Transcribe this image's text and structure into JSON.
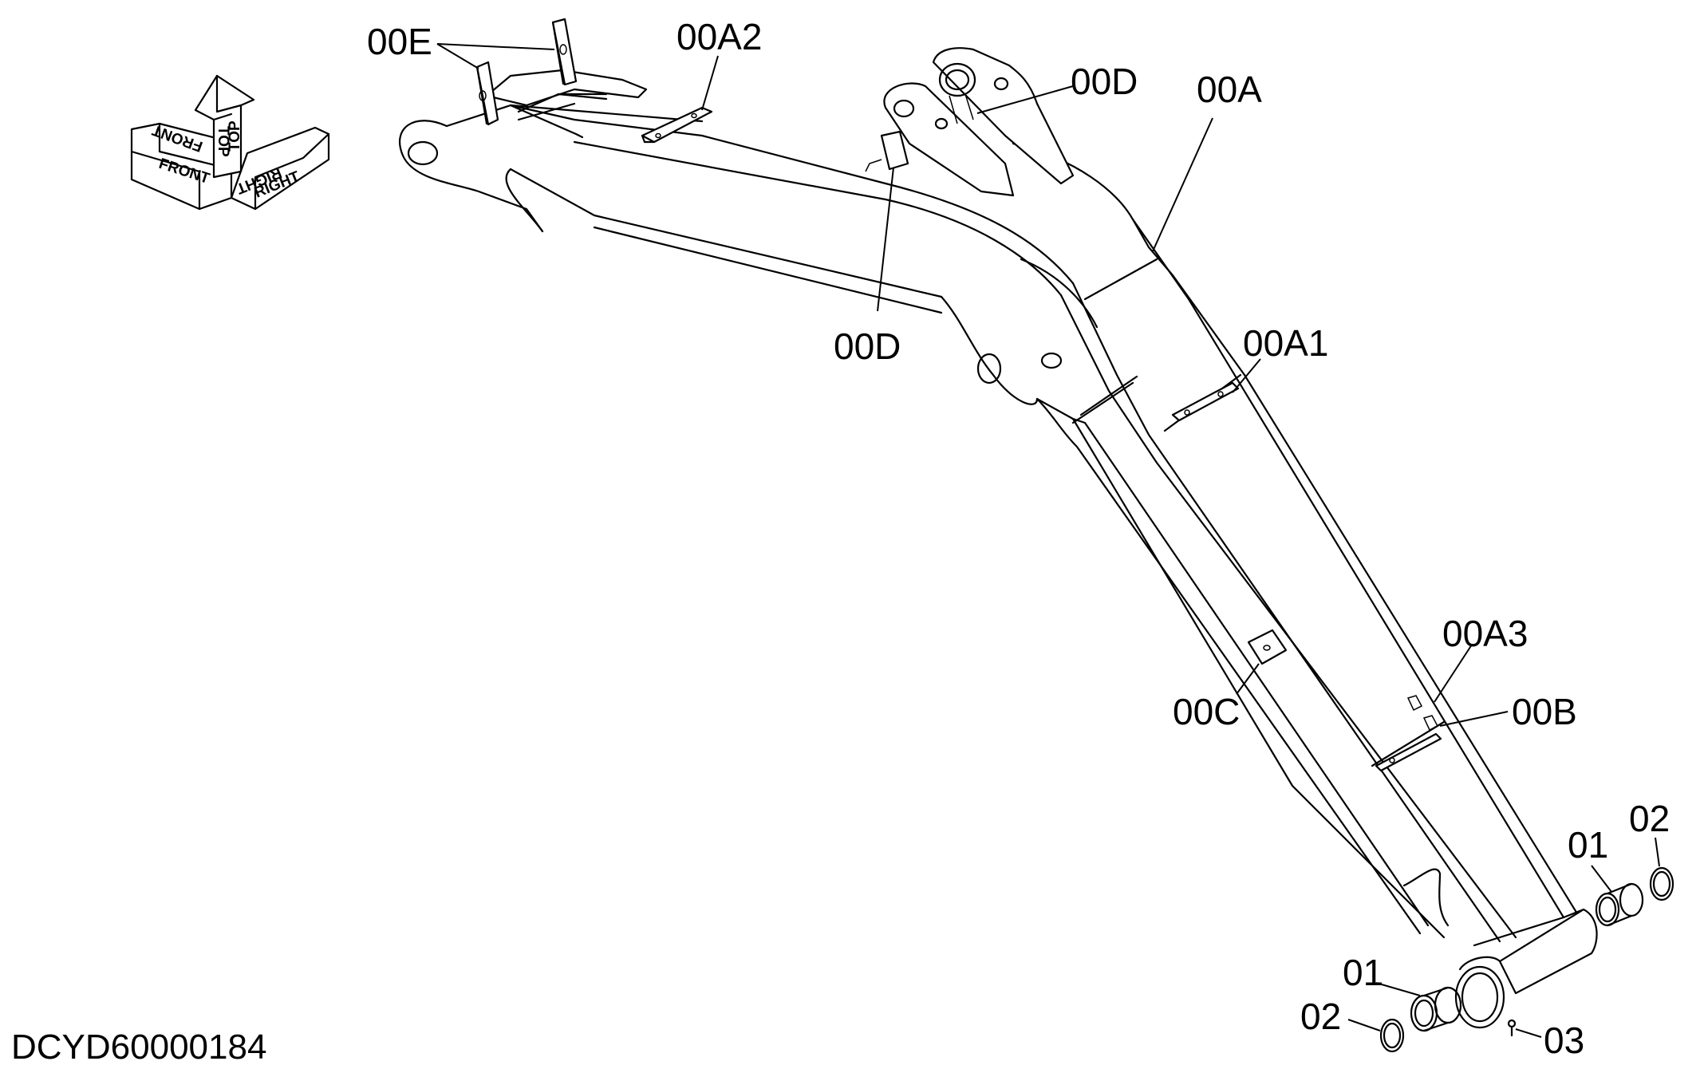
{
  "document_id": "DCYD60000184",
  "orientation_indicator": {
    "front": "FRONT",
    "top": "TOP",
    "right": "RIGHT"
  },
  "callouts": [
    {
      "id": "00E",
      "label": "00E"
    },
    {
      "id": "00A2",
      "label": "00A2"
    },
    {
      "id": "00D-top",
      "label": "00D"
    },
    {
      "id": "00A",
      "label": "00A"
    },
    {
      "id": "00D-mid",
      "label": "00D"
    },
    {
      "id": "00A1",
      "label": "00A1"
    },
    {
      "id": "00A3",
      "label": "00A3"
    },
    {
      "id": "00C",
      "label": "00C"
    },
    {
      "id": "00B",
      "label": "00B"
    },
    {
      "id": "01-right",
      "label": "01"
    },
    {
      "id": "02-right",
      "label": "02"
    },
    {
      "id": "01-left",
      "label": "01"
    },
    {
      "id": "02-left",
      "label": "02"
    },
    {
      "id": "03",
      "label": "03"
    }
  ]
}
